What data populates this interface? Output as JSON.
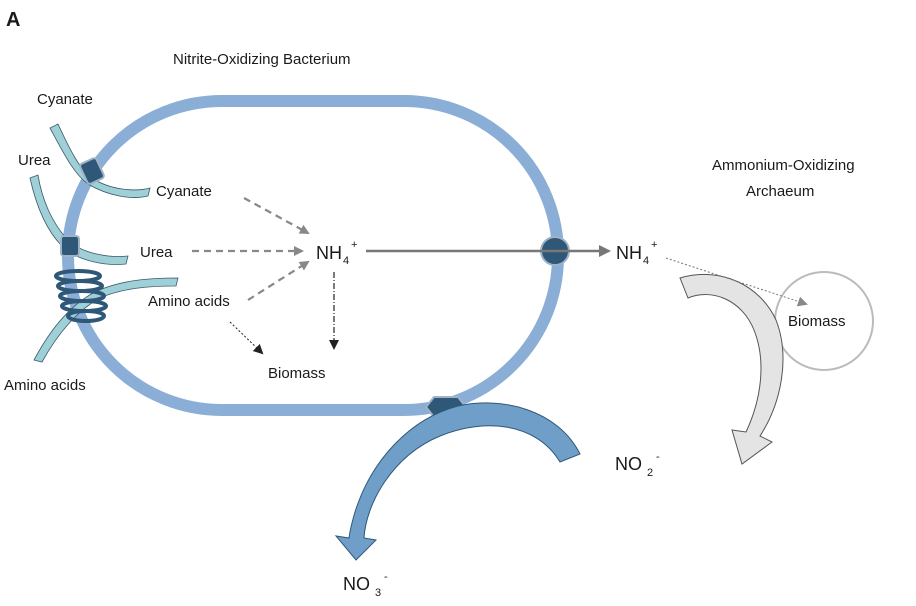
{
  "panel_label": "A",
  "cell_title": "Nitrite-Oxidizing Bacterium",
  "archaeon_title_line1": "Ammonium-Oxidizing",
  "archaeon_title_line2": "Archaeum",
  "outside_inputs": {
    "cyanate": "Cyanate",
    "urea": "Urea",
    "amino_acids": "Amino acids"
  },
  "inside": {
    "cyanate": "Cyanate",
    "urea": "Urea",
    "amino_acids": "Amino acids",
    "biomass": "Biomass"
  },
  "ammonium": {
    "main": "NH",
    "sub": "4",
    "sup": "+"
  },
  "ammonium_out": {
    "main": "NH",
    "sub": "4",
    "sup": "+"
  },
  "archaeon_biomass": "Biomass",
  "nitrite": {
    "main": "NO",
    "sub": "2",
    "sup": "-"
  },
  "nitrate": {
    "main": "NO",
    "sub": "3",
    "sup": "-"
  },
  "colors": {
    "membrane": "#8aaed6",
    "transporter": "#2f5878",
    "light_arrow": "#9fd0d8",
    "nitrate_arrow": "#6f9ec9",
    "dash_arrow": "#888888"
  }
}
